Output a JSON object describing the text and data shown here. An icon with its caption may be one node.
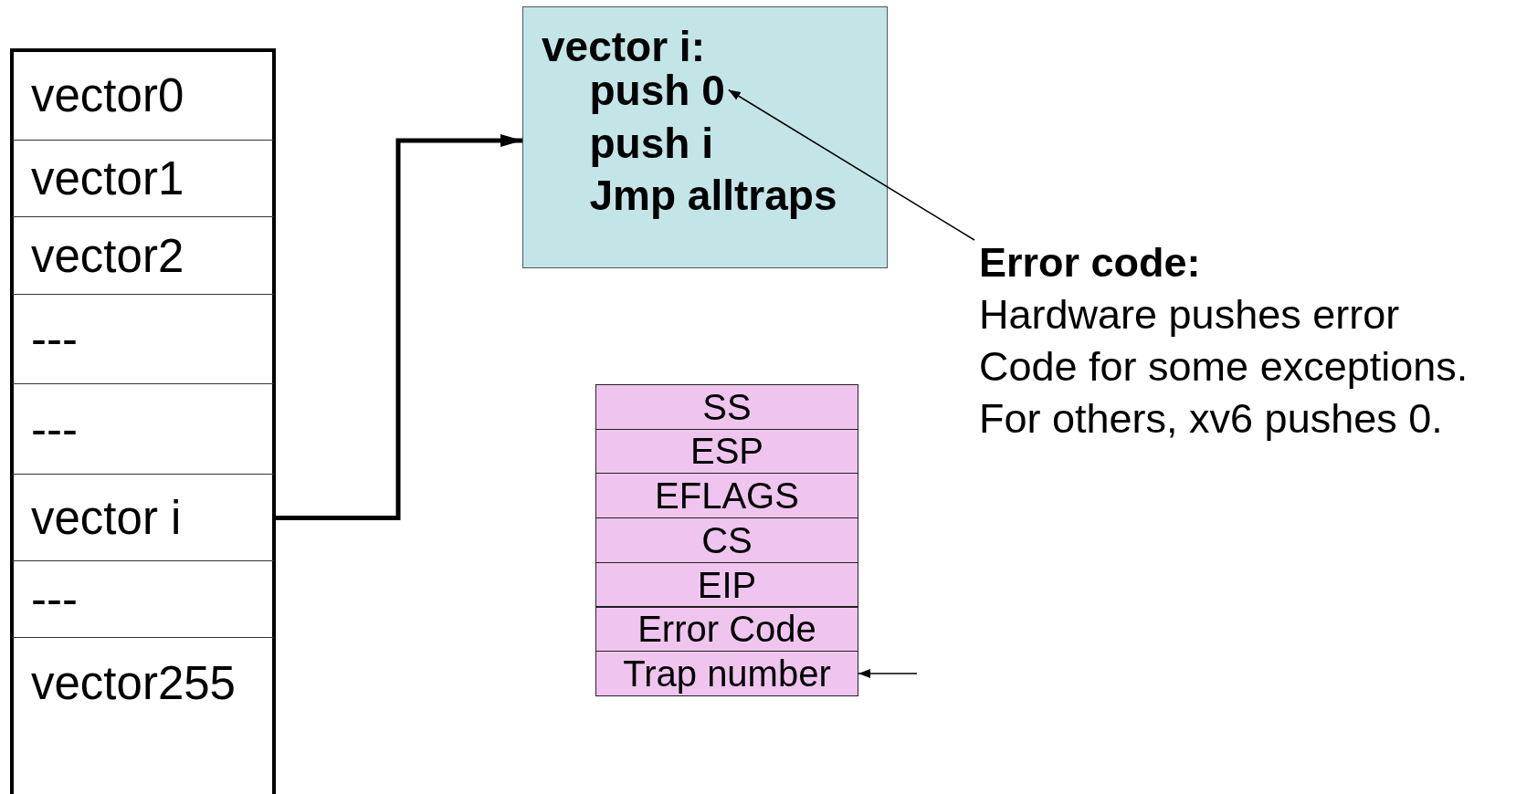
{
  "diagram": {
    "nodes": [
      {
        "text": [
          "vector0"
        ]
      },
      {
        "text": [
          "vector1"
        ]
      },
      {
        "text": [
          "vector2"
        ]
      },
      {
        "text": [
          "---"
        ]
      },
      {
        "text": [
          "---"
        ]
      },
      {
        "text": [
          "vector i"
        ]
      },
      {
        "text": [
          "---"
        ]
      },
      {
        "text": [
          "vector255"
        ]
      },
      {
        "text": [
          "vector i:"
        ]
      },
      {
        "text": [
          "push 0"
        ],
        "in": 8
      },
      {
        "text": [
          "push i"
        ],
        "in": 8
      },
      {
        "text": [
          "Jmp alltraps"
        ],
        "in": 8
      },
      {
        "text": [
          "Error code:",
          "Hardware pushes error Code for some exceptions. For others, xv6 pushes 0."
        ]
      },
      {
        "text": [
          "SS"
        ]
      },
      {
        "text": [
          "ESP"
        ]
      },
      {
        "text": [
          "EFLAGS"
        ]
      },
      {
        "text": [
          "CS"
        ]
      },
      {
        "text": [
          "EIP"
        ]
      },
      {
        "text": [
          "Error Code"
        ]
      },
      {
        "text": [
          "Trap number"
        ]
      }
    ],
    "edges": [
      {
        "from": 5,
        "to": 8,
        "arrow": "to",
        "style": "thick"
      },
      {
        "from": 12,
        "to": 9,
        "arrow": "to"
      },
      {
        "from": null,
        "to": 19,
        "arrow": "to"
      }
    ]
  }
}
